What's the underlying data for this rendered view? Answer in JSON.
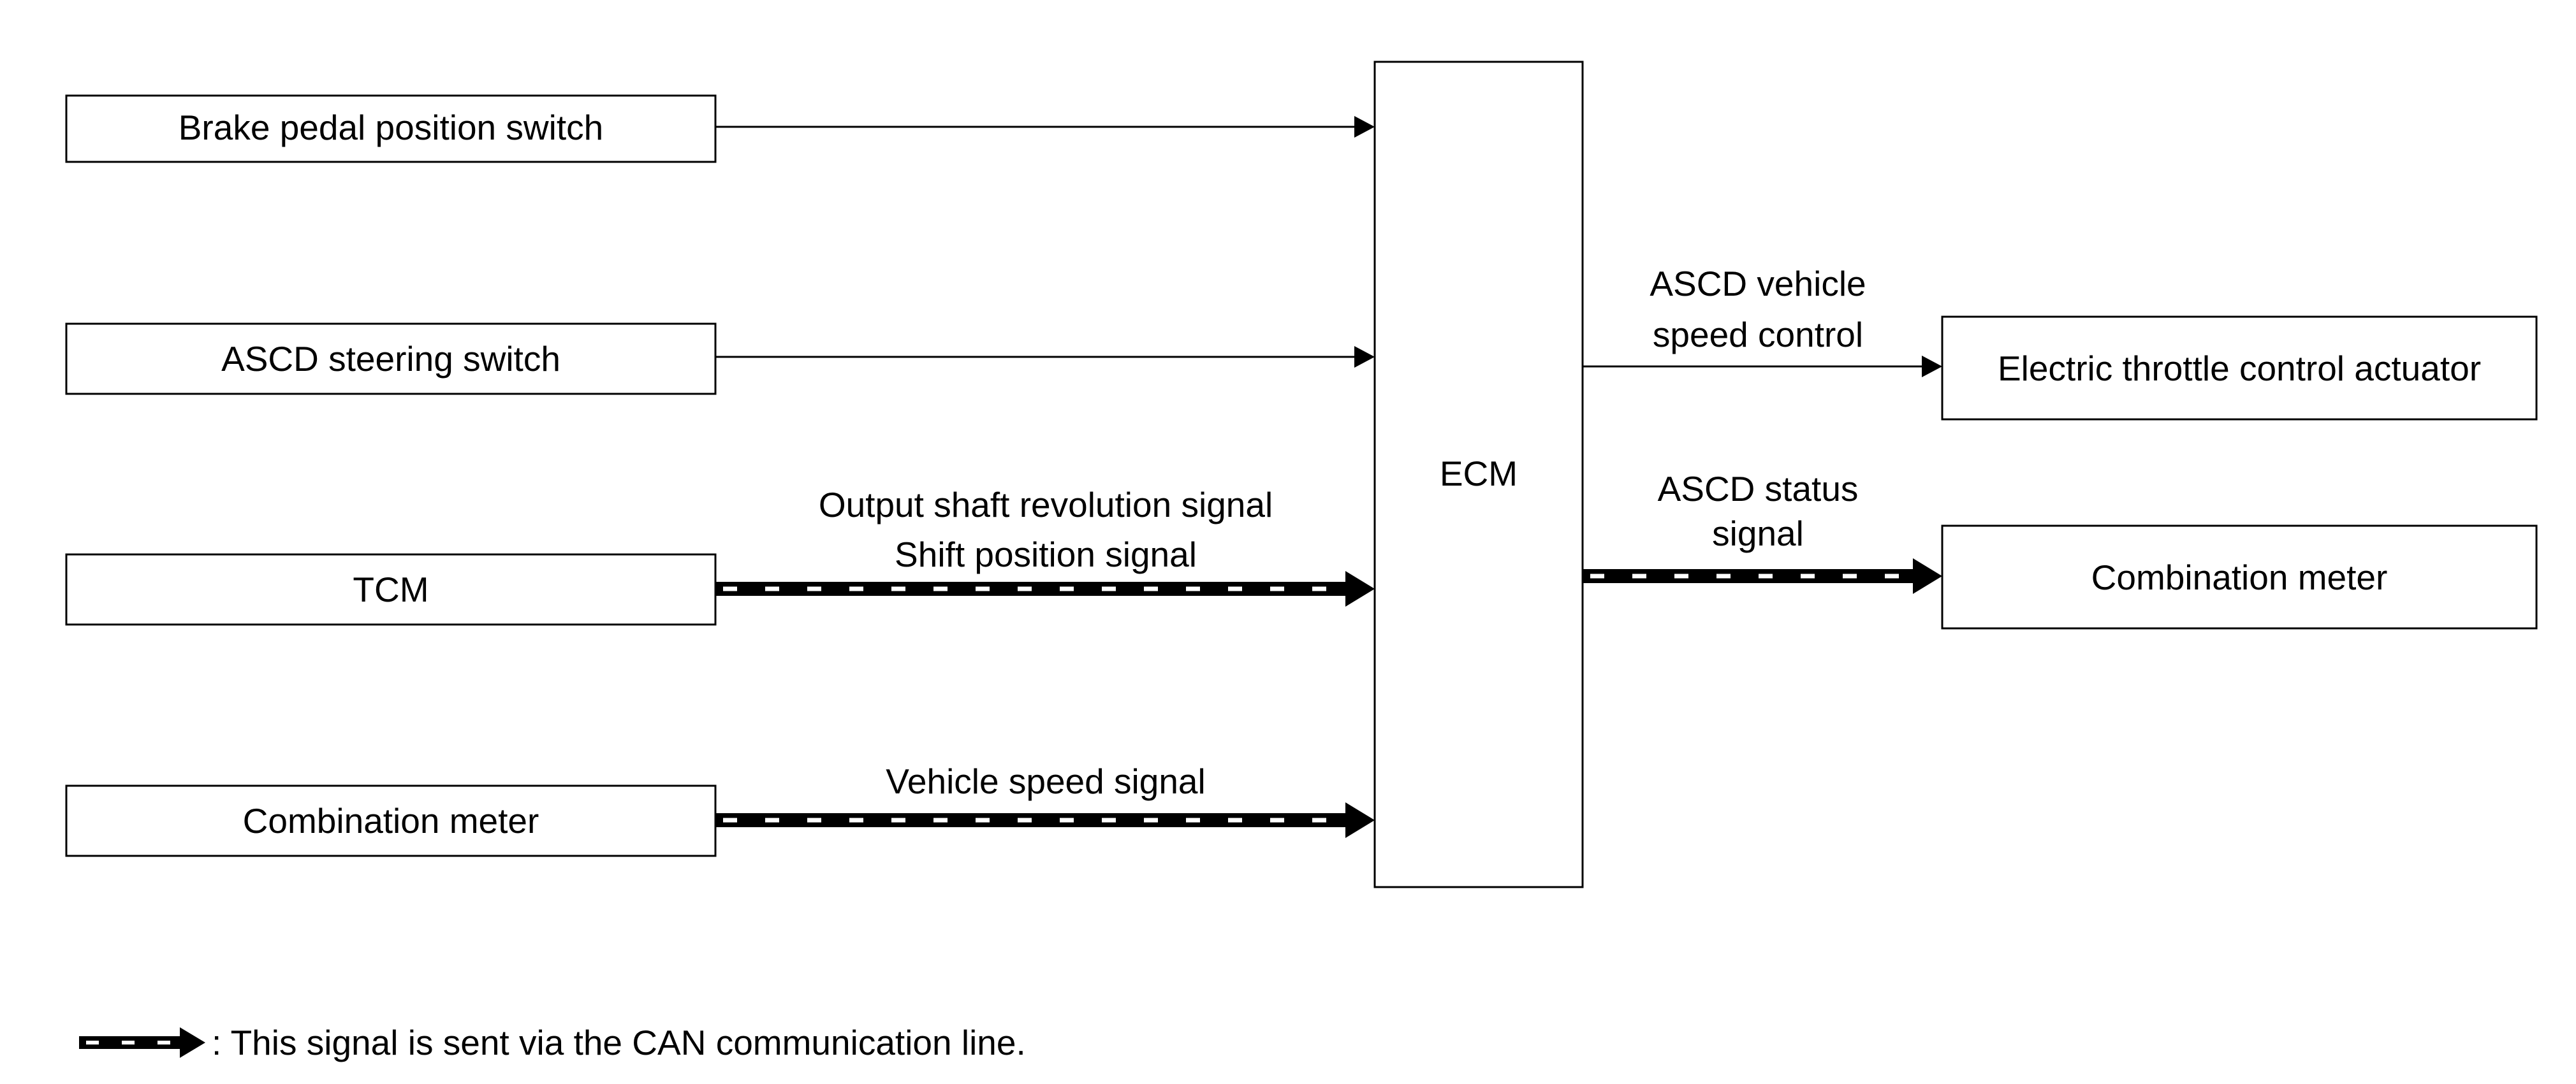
{
  "diagram": {
    "center": {
      "label": "ECM"
    },
    "inputs": [
      {
        "label": "Brake pedal position switch",
        "signal_lines": [],
        "can": false
      },
      {
        "label": "ASCD steering switch",
        "signal_lines": [],
        "can": false
      },
      {
        "label": "TCM",
        "signal_lines": [
          "Output shaft revolution signal",
          "Shift position signal"
        ],
        "can": true
      },
      {
        "label": "Combination meter",
        "signal_lines": [
          "Vehicle speed signal"
        ],
        "can": true
      }
    ],
    "outputs": [
      {
        "label": "Electric throttle control actuator",
        "signal_lines": [
          "ASCD vehicle",
          "speed control"
        ],
        "can": false
      },
      {
        "label": "Combination meter",
        "signal_lines": [
          "ASCD status",
          "signal"
        ],
        "can": true
      }
    ],
    "legend": {
      "text": ": This signal is sent via the CAN communication line."
    }
  }
}
